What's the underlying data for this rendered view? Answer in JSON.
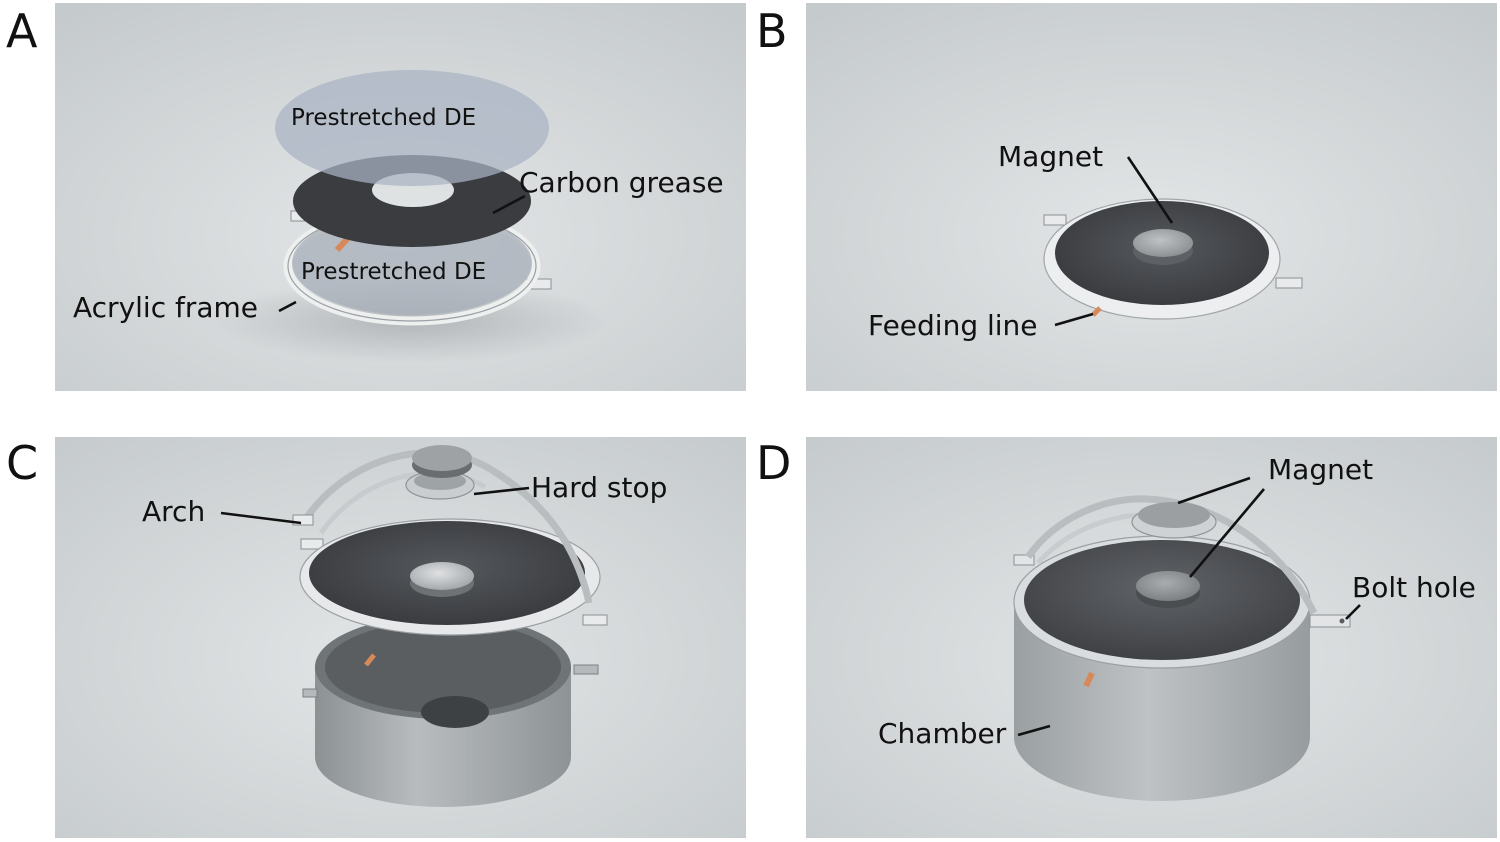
{
  "panels": [
    {
      "letter": "A",
      "labels": {
        "prestretched_top": "Prestretched DE",
        "carbon_grease": "Carbon grease",
        "prestretched_bottom": "Prestretched DE",
        "acrylic_frame": "Acrylic frame"
      }
    },
    {
      "letter": "B",
      "labels": {
        "magnet": "Magnet",
        "feeding_line": "Feeding line"
      }
    },
    {
      "letter": "C",
      "labels": {
        "arch": "Arch",
        "hard_stop": "Hard stop"
      }
    },
    {
      "letter": "D",
      "labels": {
        "magnet": "Magnet",
        "bolt_hole": "Bolt hole",
        "chamber": "Chamber"
      }
    }
  ],
  "colors": {
    "background_panel": "#d4d8d9",
    "membrane_dark": "#3d3f43",
    "frame_light": "#e6e8e9",
    "chamber_gray": "#a9adb0",
    "copper_line": "#d8895a"
  }
}
